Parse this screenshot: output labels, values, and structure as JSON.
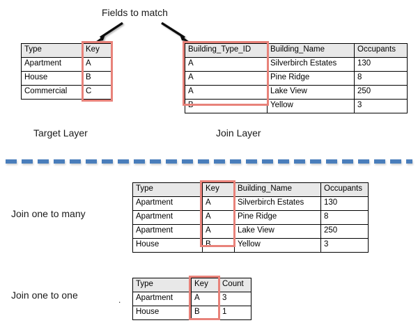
{
  "diagram": {
    "title_annotation": "Fields to match",
    "target_layer_label": "Target Layer",
    "join_layer_label": "Join Layer",
    "join_one_to_many_label": "Join one to many",
    "join_one_to_one_label": "Join one to one",
    "stray_dot": "."
  },
  "colors": {
    "highlight_box": "#E8827A",
    "divider": "#4A7EBB",
    "header_fill": "#E8E8E8",
    "border": "#000000",
    "text": "#1A1A1A"
  },
  "tables": {
    "target_layer": {
      "name": "Target Layer",
      "headers": [
        "Type",
        "Key"
      ],
      "rows": [
        [
          "Apartment",
          "A"
        ],
        [
          "House",
          "B"
        ],
        [
          "Commercial",
          "C"
        ]
      ],
      "highlighted_column": "Key"
    },
    "join_layer": {
      "name": "Join Layer",
      "headers": [
        "Building_Type_ID",
        "Building_Name",
        "Occupants"
      ],
      "rows": [
        [
          "A",
          "Silverbirch Estates",
          "130"
        ],
        [
          "A",
          "Pine Ridge",
          "8"
        ],
        [
          "A",
          "Lake View",
          "250"
        ],
        [
          "B",
          "Yellow",
          "3"
        ]
      ],
      "highlighted_column": "Building_Type_ID"
    },
    "join_one_to_many": {
      "name": "Join one to many",
      "headers": [
        "Type",
        "Key",
        "Building_Name",
        "Occupants"
      ],
      "rows": [
        [
          "Apartment",
          "A",
          "Silverbirch Estates",
          "130"
        ],
        [
          "Apartment",
          "A",
          "Pine Ridge",
          "8"
        ],
        [
          "Apartment",
          "A",
          "Lake View",
          "250"
        ],
        [
          "House",
          "B",
          "Yellow",
          "3"
        ]
      ],
      "highlighted_column": "Key"
    },
    "join_one_to_one": {
      "name": "Join one to one",
      "headers": [
        "Type",
        "Key",
        "Count"
      ],
      "rows": [
        [
          "Apartment",
          "A",
          "3"
        ],
        [
          "House",
          "B",
          "1"
        ]
      ],
      "highlighted_column": "Key"
    }
  }
}
